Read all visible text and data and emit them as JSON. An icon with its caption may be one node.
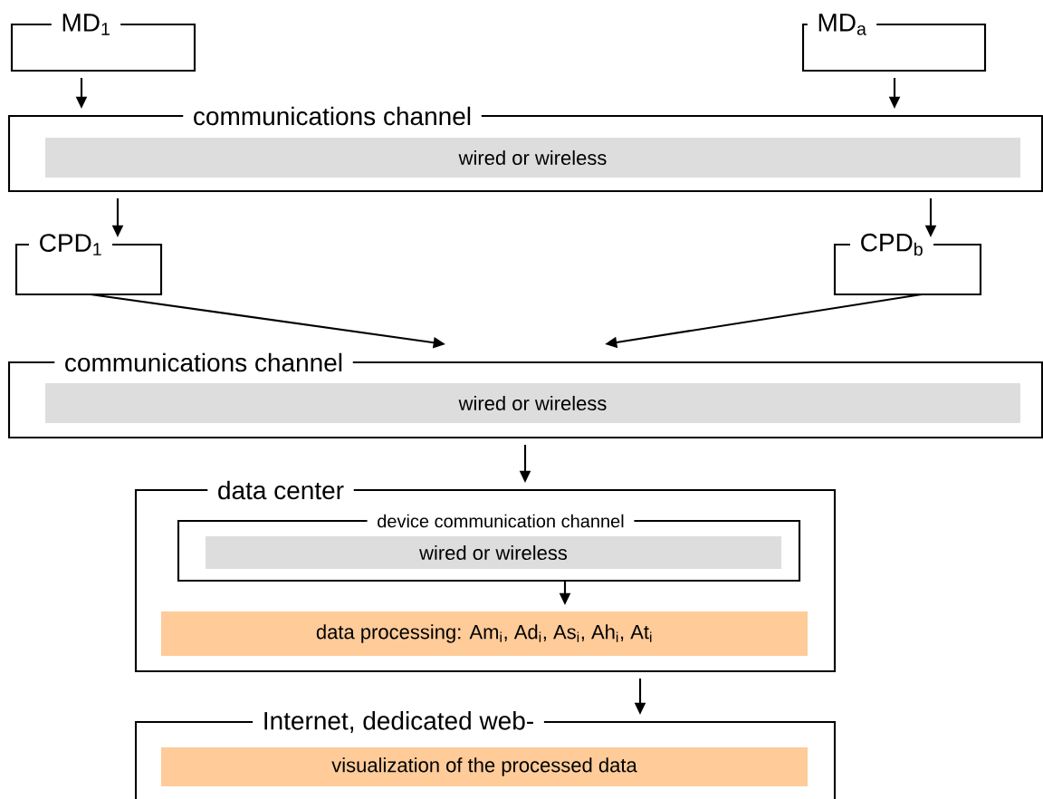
{
  "diagram": {
    "nodes": [
      {
        "text": [
          "MD$_{1}$"
        ]
      },
      {
        "text": [
          "MD$_{a}$"
        ]
      },
      {
        "text": [
          "communications channel"
        ]
      },
      {
        "text": [
          "wired or wireless"
        ],
        "in": 2
      },
      {
        "text": [
          "CPD$_{1}$"
        ]
      },
      {
        "text": [
          "CPD$_{b}$"
        ]
      },
      {
        "text": [
          "communications channel"
        ]
      },
      {
        "text": [
          "wired or wireless"
        ],
        "in": 6
      },
      {
        "text": [
          "data center"
        ]
      },
      {
        "text": [
          "device communication channel"
        ],
        "in": 8
      },
      {
        "text": [
          "wired or wireless"
        ],
        "in": 9
      },
      {
        "text": [
          "data processing: Am$_{i}$,  Ad$_{i}$, As$_{i}$, Ah$_{i}$, At$_{i}$"
        ],
        "in": 8
      },
      {
        "text": [
          "Internet, dedicated web-"
        ]
      },
      {
        "text": [
          "visualization of the processed data"
        ],
        "in": 12
      }
    ],
    "edges": [
      {
        "from": 0,
        "to": 2,
        "arrow": "to"
      },
      {
        "from": 1,
        "to": 2,
        "arrow": "to"
      },
      {
        "from": 2,
        "to": 4,
        "arrow": "to"
      },
      {
        "from": 2,
        "to": 5,
        "arrow": "to"
      },
      {
        "from": 4,
        "to": 6,
        "arrow": "to"
      },
      {
        "from": 5,
        "to": 6,
        "arrow": "to"
      },
      {
        "from": 6,
        "to": 8,
        "arrow": "to"
      },
      {
        "from": 9,
        "to": 11,
        "arrow": "to"
      },
      {
        "from": 8,
        "to": 12,
        "arrow": "to"
      }
    ]
  }
}
